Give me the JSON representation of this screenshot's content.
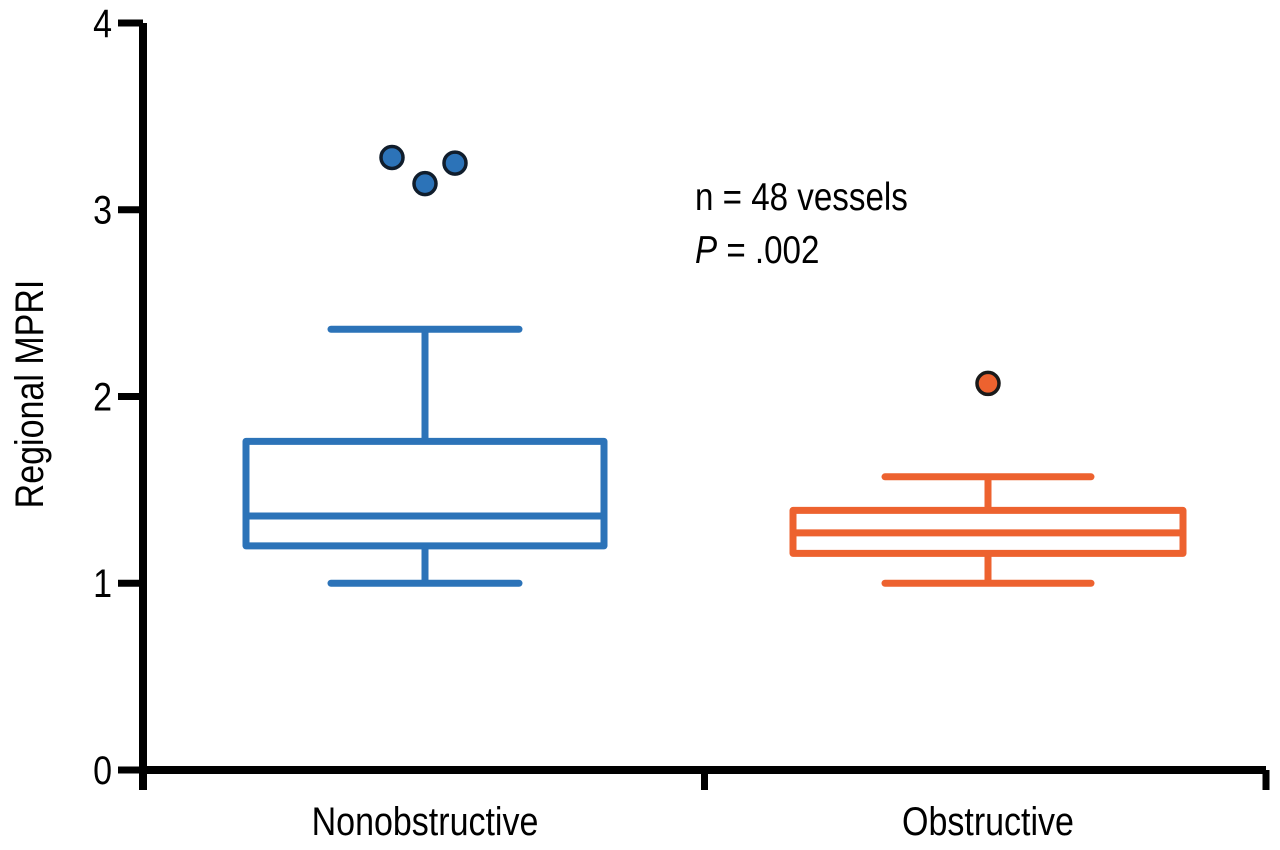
{
  "figure": {
    "background_color": "#ffffff",
    "text_color": "#000000",
    "axis_color": "#000000"
  },
  "chart_data": {
    "type": "boxplot",
    "title": "",
    "xlabel": "",
    "ylabel": "Regional MPRI",
    "categories": [
      "Nonobstructive",
      "Obstructive"
    ],
    "ylim": [
      0,
      4
    ],
    "yticks": [
      0,
      1,
      2,
      3,
      4
    ],
    "grid": false,
    "legend": false,
    "annotation": {
      "line1": "n = 48 vessels",
      "p_label": "P",
      "p_value": " = .002"
    },
    "series": [
      {
        "name": "Nonobstructive",
        "line_color": "#2C73B8",
        "dot_fill": "#2C73B8",
        "dot_outline": "#101d2c",
        "whisker_low": 1.0,
        "q1": 1.2,
        "median": 1.36,
        "q3": 1.76,
        "whisker_high": 2.36,
        "outliers": [
          3.28,
          3.14,
          3.25
        ],
        "outlier_dx": [
          -33,
          0,
          30
        ]
      },
      {
        "name": "Obstructive",
        "line_color": "#ED622F",
        "dot_fill": "#ED622F",
        "dot_outline": "#1a1a1a",
        "whisker_low": 1.0,
        "q1": 1.16,
        "median": 1.27,
        "q3": 1.39,
        "whisker_high": 1.57,
        "outliers": [
          2.07
        ],
        "outlier_dx": [
          0
        ]
      }
    ]
  }
}
